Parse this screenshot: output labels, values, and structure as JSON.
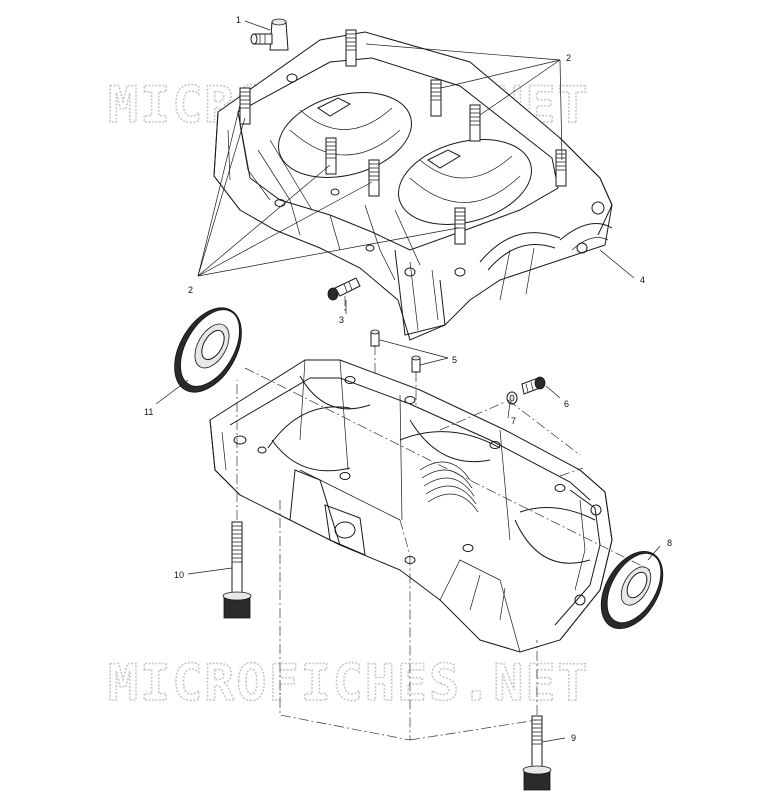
{
  "watermarks": [
    "MICROFICHES.NET",
    "MICROFICHES.NET"
  ],
  "callouts": [
    {
      "id": "c1",
      "label": "1"
    },
    {
      "id": "c2a",
      "label": "2"
    },
    {
      "id": "c2b",
      "label": "2"
    },
    {
      "id": "c3",
      "label": "3"
    },
    {
      "id": "c4",
      "label": "4"
    },
    {
      "id": "c5",
      "label": "5"
    },
    {
      "id": "c6",
      "label": "6"
    },
    {
      "id": "c7",
      "label": "7"
    },
    {
      "id": "c8",
      "label": "8"
    },
    {
      "id": "c9",
      "label": "9"
    },
    {
      "id": "c10",
      "label": "10"
    },
    {
      "id": "c11",
      "label": "11"
    }
  ]
}
